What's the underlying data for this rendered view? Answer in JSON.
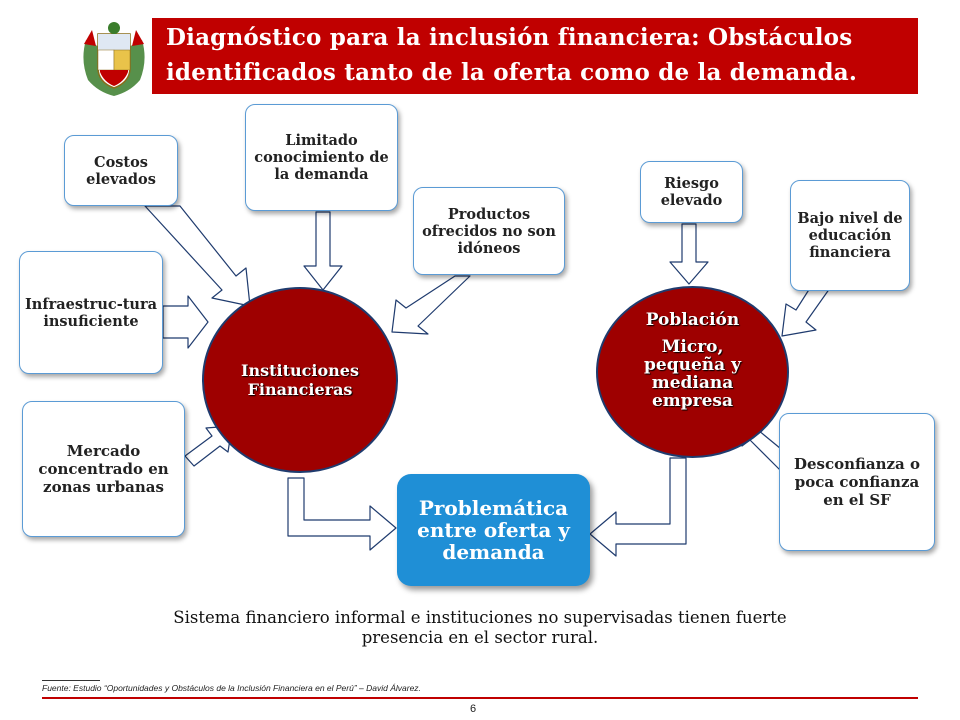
{
  "header": {
    "title": "Diagnóstico para la inclusión financiera: Obstáculos identificados tanto de la oferta como de la demanda."
  },
  "diagram": {
    "supply_boxes": {
      "costos": "Costos elevados",
      "limitado": "Limitado conocimiento de la demanda",
      "productos": "Productos ofrecidos no son idóneos",
      "infraestructura": "Infraestruc-tura insuficiente",
      "mercado": "Mercado concentrado en zonas urbanas"
    },
    "demand_boxes": {
      "riesgo": "Riesgo elevado",
      "bajo_nivel": "Bajo nivel de educación financiera",
      "desconfianza": "Desconfianza o poca confianza en el SF"
    },
    "circles": {
      "instituciones": "Instituciones Financieras",
      "poblacion_title": "Población",
      "poblacion_body": "Micro, pequeña y mediana empresa"
    },
    "center": "Problemática entre oferta y demanda"
  },
  "caption": "Sistema financiero informal e instituciones no supervisadas tienen fuerte presencia en el sector rural.",
  "footer": {
    "source": "Fuente: Estudio “Oportunidades y Obstáculos de la Inclusión Financiera en el Perú” – David Álvarez.",
    "page": "6"
  },
  "colors": {
    "header_red": "#c00000",
    "circle_red": "#9e0000",
    "center_blue": "#1f8fd6",
    "box_border": "#5b9bd5"
  }
}
